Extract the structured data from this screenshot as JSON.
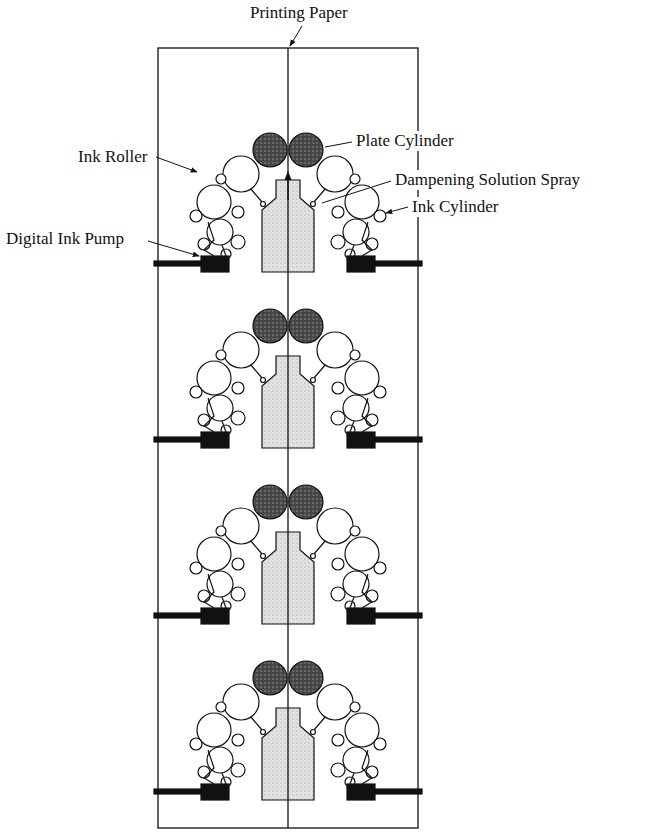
{
  "diagram": {
    "labels": [
      "Printing Paper",
      "Plate Cylinder",
      "Ink Roller",
      "Dampening Solution Spray",
      "Ink Cylinder",
      "Digital Ink Pump"
    ]
  }
}
